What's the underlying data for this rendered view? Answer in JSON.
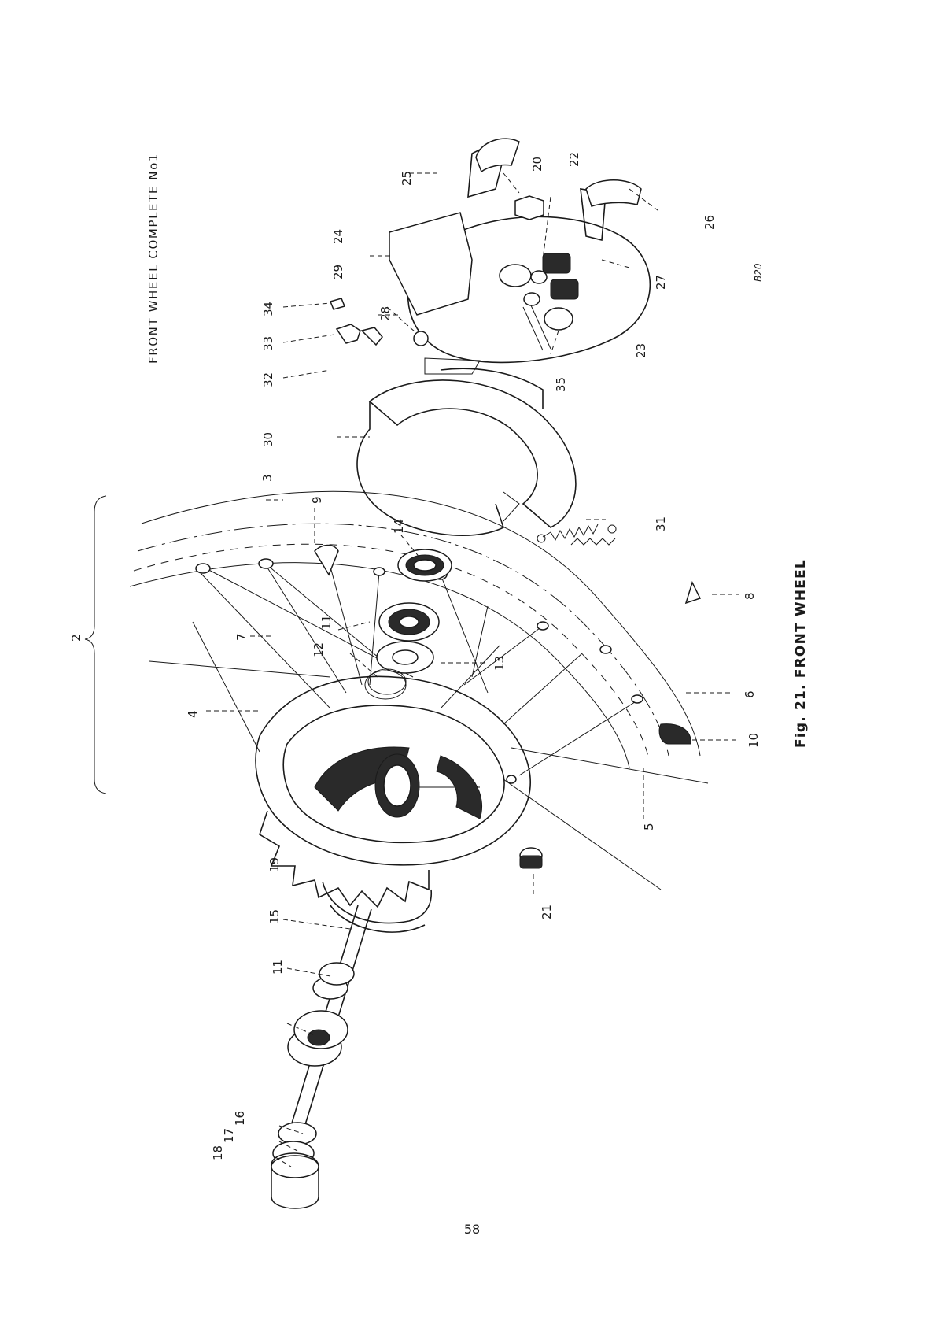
{
  "document": {
    "assembly_title": "FRONT WHEEL COMPLETE No1",
    "figure_caption": "Fig. 21.  FRONT WHEEL",
    "drawing_code": "B20",
    "page_number": "58"
  },
  "callouts": [
    {
      "id": "c2",
      "label": "2"
    },
    {
      "id": "c3",
      "label": "3"
    },
    {
      "id": "c4",
      "label": "4"
    },
    {
      "id": "c5",
      "label": "5"
    },
    {
      "id": "c6",
      "label": "6"
    },
    {
      "id": "c7",
      "label": "7"
    },
    {
      "id": "c8",
      "label": "8"
    },
    {
      "id": "c9",
      "label": "9"
    },
    {
      "id": "c10",
      "label": "10"
    },
    {
      "id": "c11a",
      "label": "11"
    },
    {
      "id": "c11b",
      "label": "11"
    },
    {
      "id": "c12",
      "label": "12"
    },
    {
      "id": "c13",
      "label": "13"
    },
    {
      "id": "c14",
      "label": "14"
    },
    {
      "id": "c15",
      "label": "15"
    },
    {
      "id": "c16",
      "label": "16"
    },
    {
      "id": "c17",
      "label": "17"
    },
    {
      "id": "c18",
      "label": "18"
    },
    {
      "id": "c19",
      "label": "19"
    },
    {
      "id": "c20",
      "label": "20"
    },
    {
      "id": "c21",
      "label": "21"
    },
    {
      "id": "c22",
      "label": "22"
    },
    {
      "id": "c23",
      "label": "23"
    },
    {
      "id": "c24",
      "label": "24"
    },
    {
      "id": "c25",
      "label": "25"
    },
    {
      "id": "c26",
      "label": "26"
    },
    {
      "id": "c27",
      "label": "27"
    },
    {
      "id": "c28",
      "label": "28"
    },
    {
      "id": "c29",
      "label": "29"
    },
    {
      "id": "c30",
      "label": "30"
    },
    {
      "id": "c31",
      "label": "31"
    },
    {
      "id": "c32",
      "label": "32"
    },
    {
      "id": "c33",
      "label": "33"
    },
    {
      "id": "c34",
      "label": "34"
    },
    {
      "id": "c35",
      "label": "35"
    }
  ]
}
